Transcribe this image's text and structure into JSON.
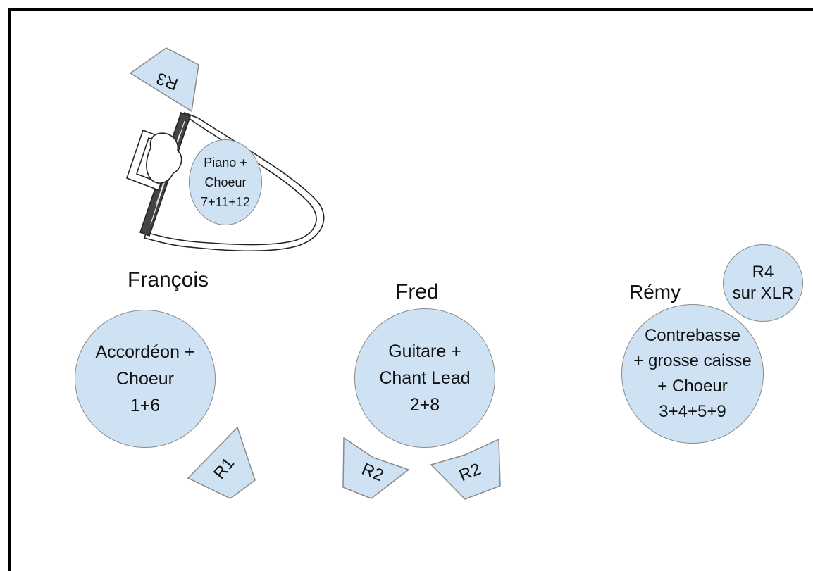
{
  "musicians": [
    {
      "name": "François"
    },
    {
      "name": "Fred"
    },
    {
      "name": "Rémy"
    }
  ],
  "stations": {
    "piano": {
      "lines": [
        "Piano +",
        "Choeur",
        "7+11+12"
      ]
    },
    "accordeon": {
      "lines": [
        "Accordéon +",
        "Choeur",
        "1+6"
      ]
    },
    "guitare": {
      "lines": [
        "Guitare +",
        "Chant Lead",
        "2+8"
      ]
    },
    "contrebasse": {
      "lines": [
        "Contrebasse",
        "+ grosse caisse",
        "+ Choeur",
        "3+4+5+9"
      ]
    },
    "r4": {
      "lines": [
        "R4",
        "sur XLR"
      ]
    }
  },
  "monitors": {
    "r1": "R1",
    "r2_left": "R2",
    "r2_right": "R2",
    "r3": "R3"
  },
  "colors": {
    "fill": "#cfe2f3",
    "stroke": "#8a8a8a",
    "text": "#111111"
  },
  "icons": {
    "piano": "grand-piano-icon"
  }
}
